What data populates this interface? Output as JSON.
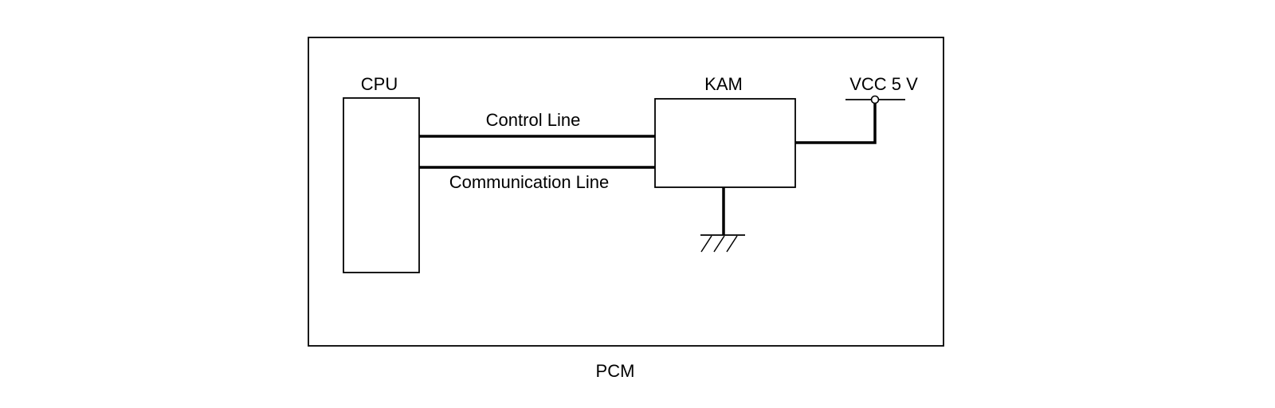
{
  "diagram": {
    "outer_label": "PCM",
    "cpu_label": "CPU",
    "kam_label": "KAM",
    "supply_label": "VCC 5 V",
    "control_line_label": "Control Line",
    "communication_line_label": "Communication Line"
  },
  "colors": {
    "stroke": "#000000",
    "background": "#ffffff"
  }
}
